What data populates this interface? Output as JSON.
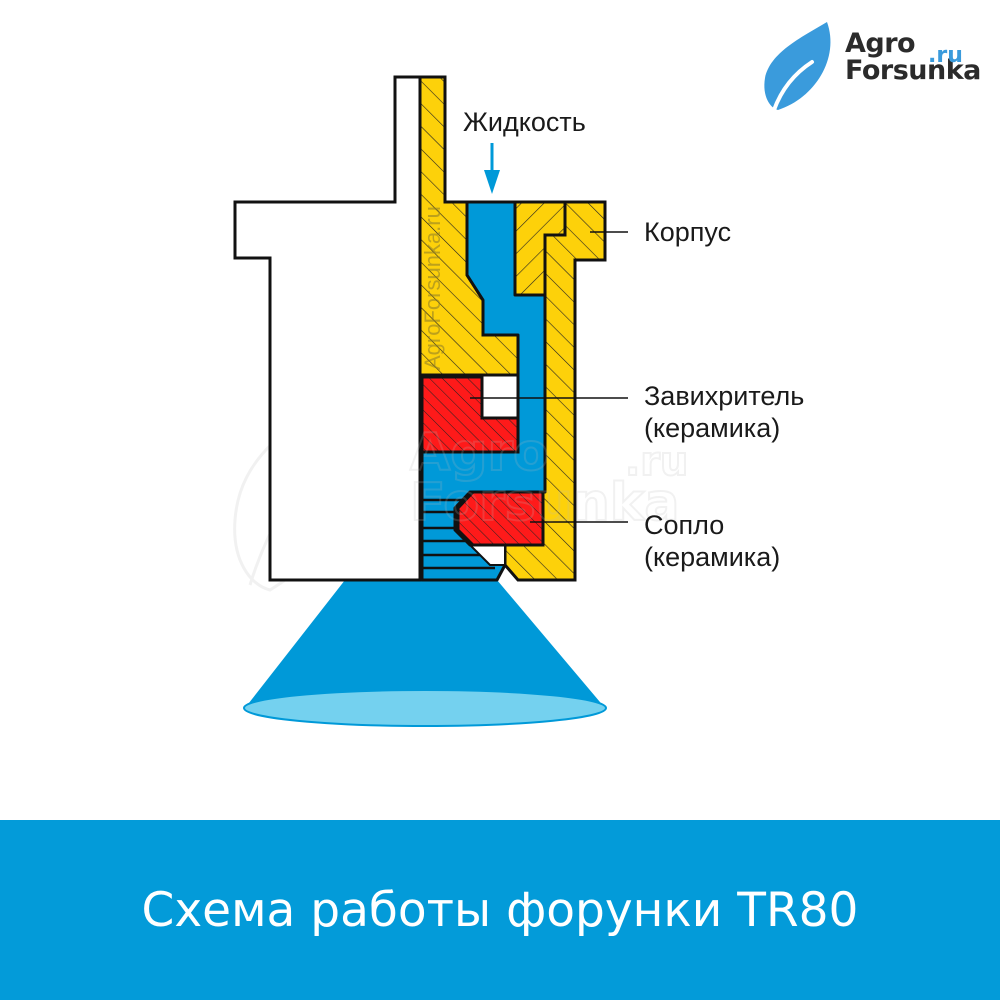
{
  "logo": {
    "line1": "Agro",
    "line2": "Forsunka",
    "suffix": ".ru",
    "leaf_color": "#3a9bdc",
    "text_color": "#2b2b2b"
  },
  "watermark": {
    "vertical_text": "AgroForsunka.ru",
    "center_text_line1": "Agro",
    "center_text_line2": "Forsunka",
    "center_suffix": ".ru"
  },
  "diagram": {
    "inlet_label": "Жидкость",
    "callouts": [
      {
        "id": "body",
        "label_line1": "Корпус",
        "label_line2": ""
      },
      {
        "id": "swirler",
        "label_line1": "Завихритель",
        "label_line2": "(керамика)"
      },
      {
        "id": "nozzle",
        "label_line1": "Сопло",
        "label_line2": "(керамика)"
      }
    ],
    "colors": {
      "housing_yellow": "#fdd10a",
      "liquid_blue": "#0099d8",
      "ceramic_red": "#fe1a1a",
      "spray_light": "#74d1ef",
      "outline": "#111111"
    }
  },
  "banner": {
    "title": "Схема работы форунки TR80",
    "background": "#039bd9"
  }
}
